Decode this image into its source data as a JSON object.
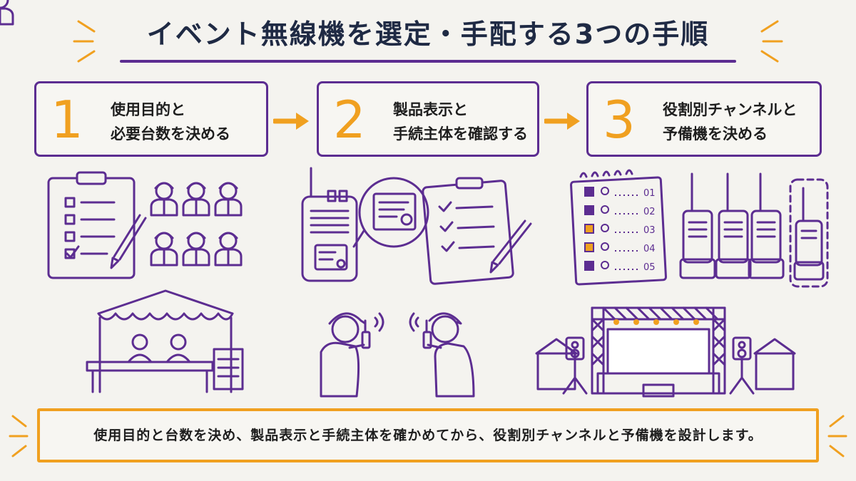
{
  "title": "イベント無線機を選定・手配する3つの手順",
  "steps": [
    {
      "number": "1",
      "line1": "使用目的と",
      "line2": "必要台数を決める"
    },
    {
      "number": "2",
      "line1": "製品表示と",
      "line2": "手続主体を確認する"
    },
    {
      "number": "3",
      "line1": "役割別チャンネルと",
      "line2": "予備機を決める"
    }
  ],
  "channel_list": [
    "01",
    "02",
    "03",
    "04",
    "05"
  ],
  "summary": "使用目的と台数を決め、製品表示と手続主体を確かめてから、役割別チャンネルと予備機を設計します。",
  "colors": {
    "accent_purple": "#5c2d91",
    "accent_orange": "#f0a020",
    "background": "#f4f3ef"
  }
}
